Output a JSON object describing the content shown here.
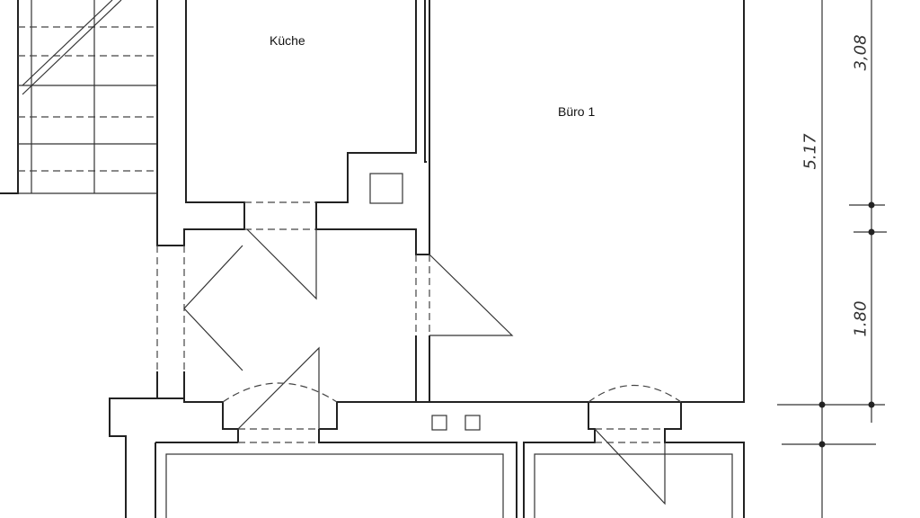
{
  "rooms": {
    "kitchen": "Küche",
    "office": "Büro 1"
  },
  "dimensions": {
    "outer": "5.17",
    "upper": "3,08",
    "lower": "1.80"
  }
}
